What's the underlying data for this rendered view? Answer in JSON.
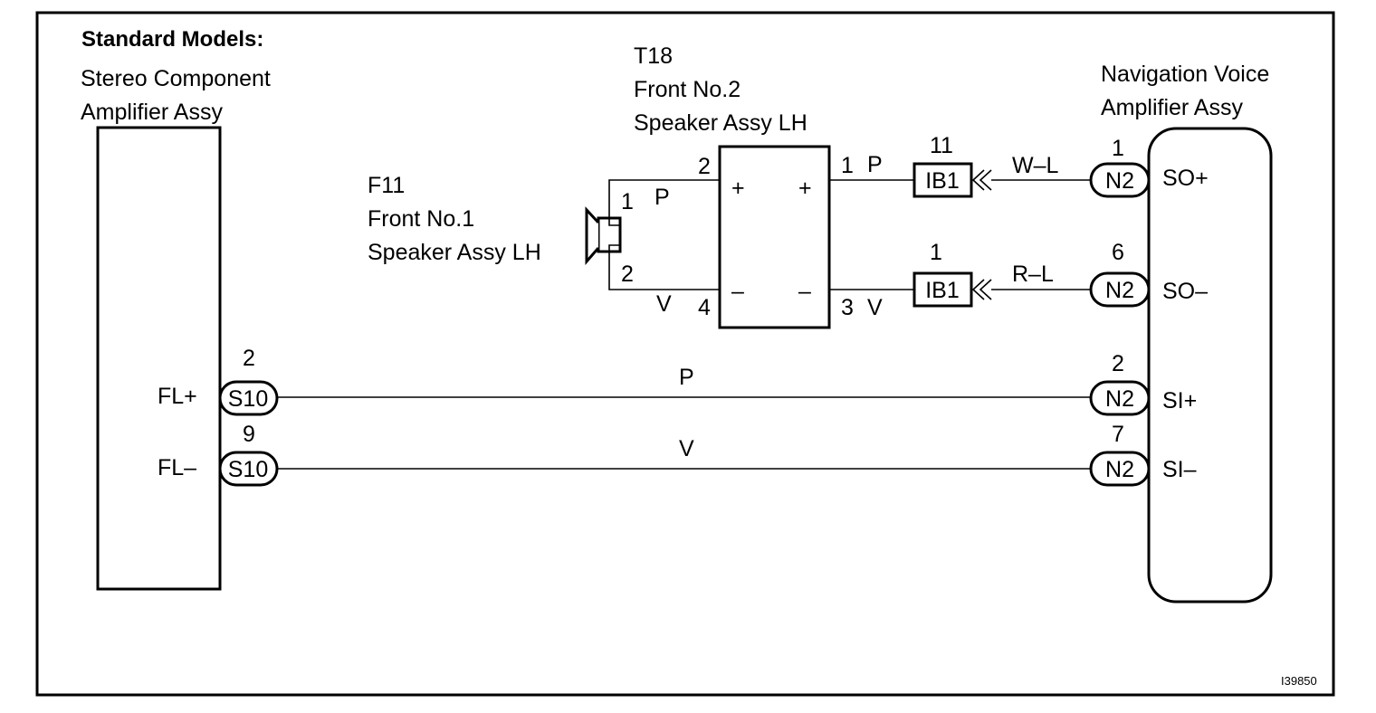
{
  "header": {
    "title": "Standard Models:",
    "figure_id": "I39850"
  },
  "stereo_amp": {
    "name_line1": "Stereo Component",
    "name_line2": "Amplifier Assy",
    "terminals": [
      {
        "label": "FL+",
        "connector": "S10",
        "pin": "2"
      },
      {
        "label": "FL–",
        "connector": "S10",
        "pin": "9"
      }
    ]
  },
  "front_speaker_1": {
    "code": "F11",
    "name_line1": "Front No.1",
    "name_line2": "Speaker Assy LH",
    "pin_top": "1",
    "pin_bottom": "2"
  },
  "front_speaker_2": {
    "code": "T18",
    "name_line1": "Front No.2",
    "name_line2": "Speaker Assy LH",
    "pin_left_top": "2",
    "pin_left_bottom": "4",
    "pin_right_top": "1",
    "pin_right_bottom": "3",
    "plus_left": "+",
    "plus_right": "+",
    "minus_left": "–",
    "minus_right": "–"
  },
  "nav_amp": {
    "name_line1": "Navigation Voice",
    "name_line2": "Amplifier Assy",
    "terminals": [
      {
        "label": "SO+",
        "connector": "N2",
        "pin": "1"
      },
      {
        "label": "SO–",
        "connector": "N2",
        "pin": "6"
      },
      {
        "label": "SI+",
        "connector": "N2",
        "pin": "2"
      },
      {
        "label": "SI–",
        "connector": "N2",
        "pin": "7"
      }
    ]
  },
  "junctions": [
    {
      "connector": "IB1",
      "pin": "11"
    },
    {
      "connector": "IB1",
      "pin": "1"
    }
  ],
  "wires": {
    "f11_top": "P",
    "f11_bottom": "V",
    "t18_out_top": "P",
    "t18_out_bottom": "V",
    "so_plus": "W–L",
    "so_minus": "R–L",
    "fl_plus": "P",
    "fl_minus": "V"
  }
}
